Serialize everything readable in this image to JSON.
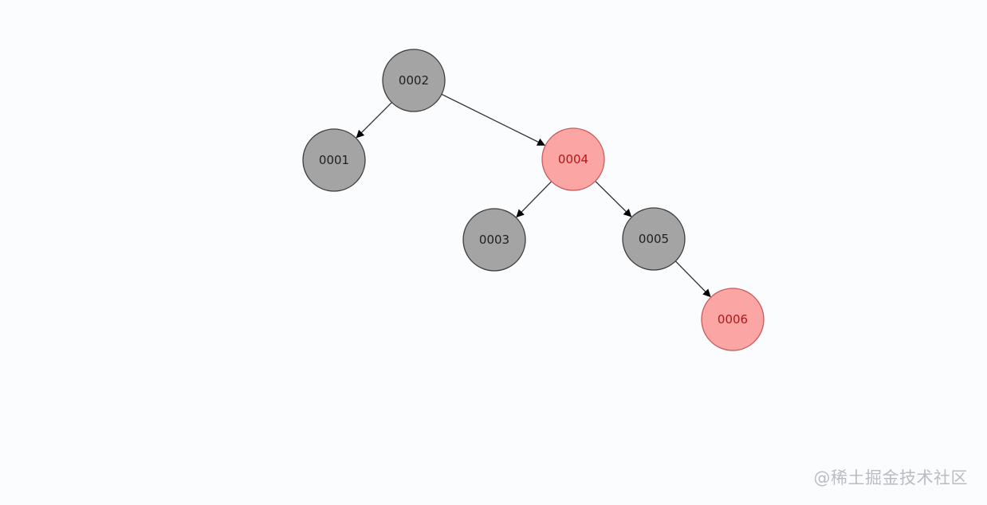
{
  "diagram": {
    "type": "red-black-tree",
    "colors": {
      "black_fill": "#a4a4a4",
      "black_stroke": "#3d3d3d",
      "black_text": "#1f1f1f",
      "red_fill": "#fca5a5",
      "red_stroke": "#c95b5b",
      "red_text": "#b01818",
      "edge": "#2b2f3a"
    },
    "nodes": [
      {
        "id": "n2",
        "label": "0002",
        "color": "black"
      },
      {
        "id": "n1",
        "label": "0001",
        "color": "black"
      },
      {
        "id": "n4",
        "label": "0004",
        "color": "red"
      },
      {
        "id": "n3",
        "label": "0003",
        "color": "black"
      },
      {
        "id": "n5",
        "label": "0005",
        "color": "black"
      },
      {
        "id": "n6",
        "label": "0006",
        "color": "red"
      }
    ],
    "edges": [
      {
        "from": "n2",
        "to": "n1"
      },
      {
        "from": "n2",
        "to": "n4"
      },
      {
        "from": "n4",
        "to": "n3"
      },
      {
        "from": "n4",
        "to": "n5"
      },
      {
        "from": "n5",
        "to": "n6"
      }
    ]
  },
  "watermark": {
    "text": "@稀土掘金技术社区"
  }
}
